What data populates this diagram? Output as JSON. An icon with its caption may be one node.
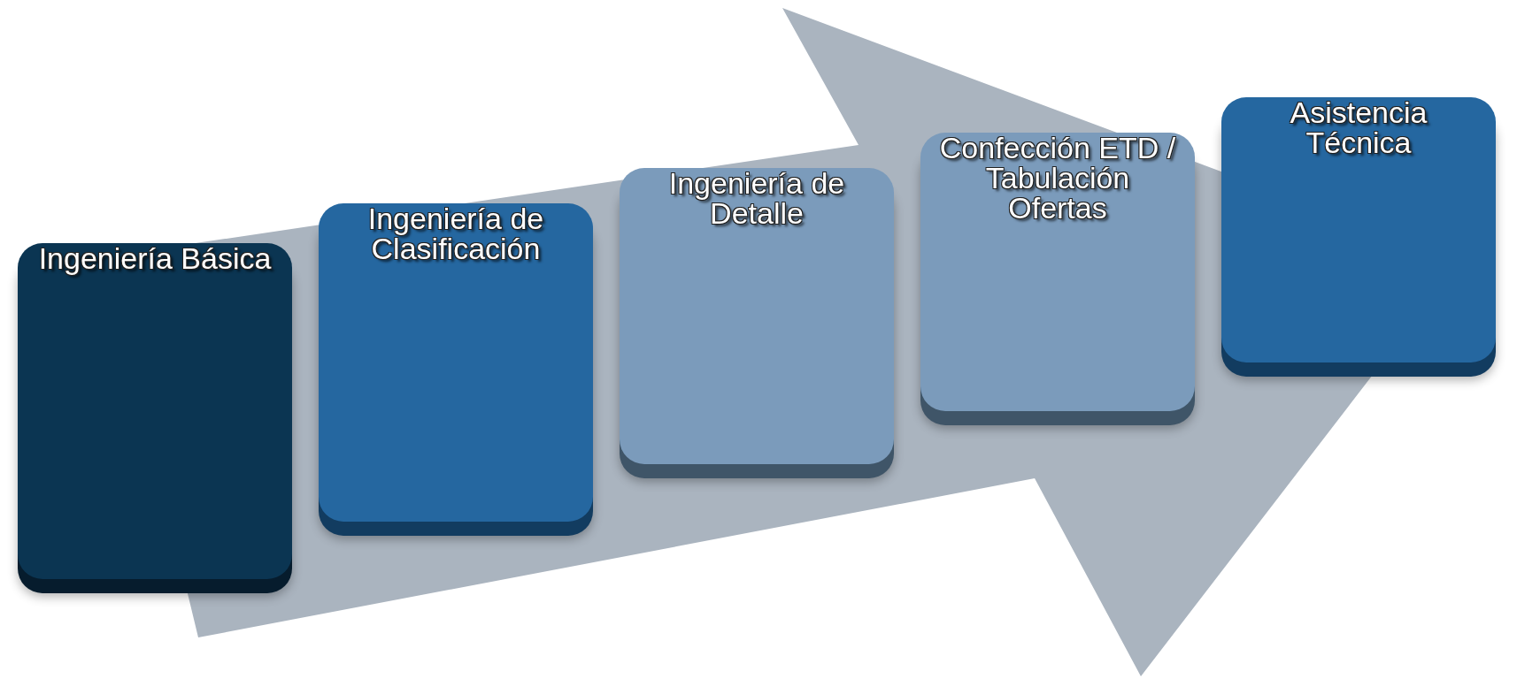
{
  "diagram": {
    "nodes": [
      {
        "text": [
          "Ingeniería Básica"
        ]
      },
      {
        "text": [
          "Ingeniería de Clasificación"
        ]
      },
      {
        "text": [
          "Ingeniería de Detalle"
        ]
      },
      {
        "text": [
          "Confección ETD / Tabulación Ofertas"
        ]
      },
      {
        "text": [
          "Asistencia Técnica"
        ]
      }
    ],
    "edges": [
      {
        "from": 0,
        "to": 4,
        "arrow": "to"
      }
    ]
  }
}
